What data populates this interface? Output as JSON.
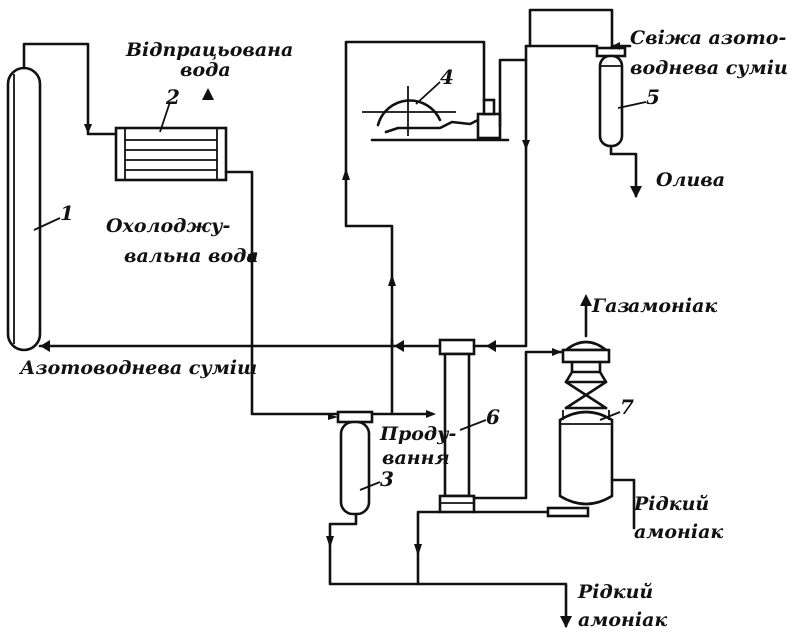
{
  "labels": {
    "spent_water_1": "Відпрацьована",
    "spent_water_2": "вода",
    "cooling_water_1": "Охолоджу-",
    "cooling_water_2": "вальна вода",
    "fresh_mix_1": "Свіжа азото-",
    "fresh_mix_2": "воднева суміш",
    "oil": "Олива",
    "gas_ammonia_1": "Газ",
    "gas_ammonia_2": "амоніак",
    "nh_mix": "Азотоводнева суміш",
    "purge_1": "Проду-",
    "purge_2": "вання",
    "liquid_ammonia_right_1": "Рідкий",
    "liquid_ammonia_right_2": "амоніак",
    "liquid_ammonia_bottom_1": "Рідкий",
    "liquid_ammonia_bottom_2": "амоніак"
  },
  "numbers": {
    "n1": "1",
    "n2": "2",
    "n3": "3",
    "n4": "4",
    "n5": "5",
    "n6": "6",
    "n7": "7"
  }
}
